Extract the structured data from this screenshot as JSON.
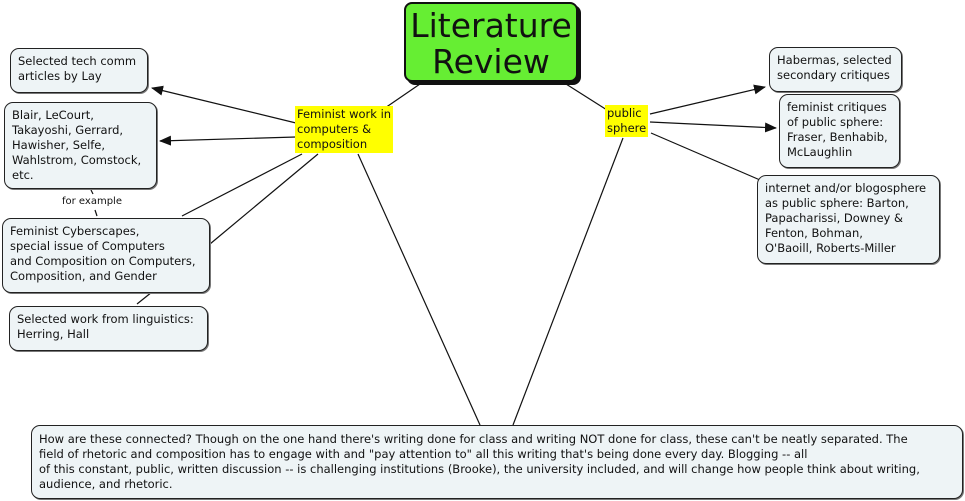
{
  "root": {
    "label": "Literature\nReview",
    "color": "#66ee33"
  },
  "concepts": {
    "feminist": {
      "label": "Feminist work in\ncomputers &\ncomposition",
      "color": "#ffff00"
    },
    "public_sphere": {
      "label": "public\nsphere",
      "color": "#ffff00"
    }
  },
  "nodes": {
    "lay": "Selected tech comm\narticles by Lay",
    "authors": "Blair, LeCourt,\nTakayoshi, Gerrard,\nHawisher, Selfe,\nWahlstrom, Comstock,\netc.",
    "cyberscapes": "Feminist Cyberscapes,\nspecial issue of Computers\nand Composition on Computers,\nComposition, and Gender",
    "linguistics": "Selected work from linguistics:\nHerring, Hall",
    "habermas": "Habermas, selected\nsecondary critiques",
    "feminist_critiques": "feminist critiques\nof public sphere:\nFraser, Benhabib,\nMcLaughlin",
    "internet": "internet and/or blogosphere\nas public sphere: Barton,\nPapacharissi, Downey &\nFenton, Bohman,\nO'Baoill, Roberts-Miller",
    "connection": "How are these connected? Though on the one hand there's writing done for class and writing NOT done for class, these can't be neatly separated. The\nfield of rhetoric and composition has to engage with and \"pay attention to\" all this writing that's being done every day. Blogging -- all\nof this constant, public, written discussion -- is challenging institutions (Brooke), the university included, and will change how people think about writing,\naudience, and rhetoric."
  },
  "link_labels": {
    "for_example": "for example"
  },
  "colors": {
    "node_bg": "#eef4f6",
    "node_border": "#222222",
    "line": "#111111"
  }
}
